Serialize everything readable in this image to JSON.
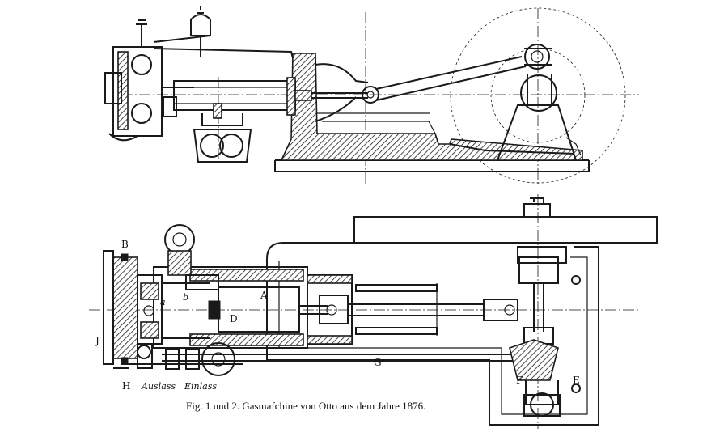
{
  "caption": "Fig. 1 und 2.  Gasmafchine von Otto aus dem Jahre 1876.",
  "labels": {
    "B": "B",
    "a": "a",
    "b": "b",
    "A": "A",
    "D": "D",
    "J": "J",
    "H": "H",
    "auslass": "Auslass",
    "einlass": "Einlass",
    "G": "G",
    "F": "F",
    "E": "E"
  }
}
